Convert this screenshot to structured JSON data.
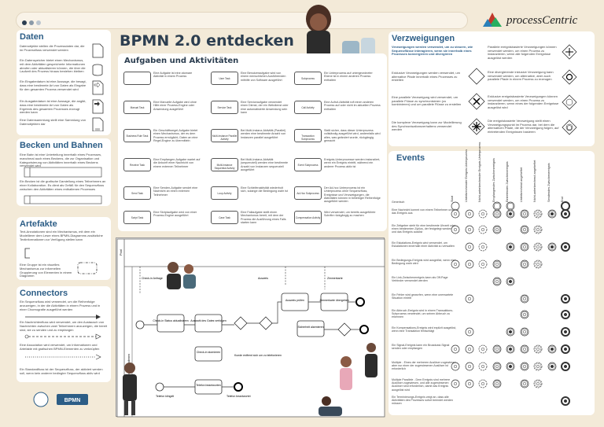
{
  "header": {
    "brand": "processCentric"
  },
  "colors": {
    "navy": "#2c5d86",
    "cream": "#f3ead8",
    "skin": "#6b4a3a"
  },
  "title": "BPMN 2.0 entdecken",
  "subtitle": "Aufgaben und Aktivitäten",
  "daten": {
    "heading": "Daten",
    "items": [
      "Datenobjekte stellen die Prozessdaten dar, die im Prozessfluss verwendet werden",
      "Ein Datenspeicher bietet einen Mechanismus, mit dem Aktivitäten gespeicherte Informationen abrufen oder aktualisieren können, die über die Laufzeit des Prozess hinaus bestehen bleiben",
      "Ein Eingabedatum ist eine Aussage, die besagt, dass eine bestimmte Art von Daten als Eingabe für den gesamten Prozess verwendet wird",
      "Ein Ausgabedatum ist eine Aussage, die angibt, dass eine bestimmte Art von Daten als Ergebnis des gesamten Prozesses erzeugt werden kann",
      "Eine Datensammlung stellt eine Sammlung von Datenobjekten dar"
    ]
  },
  "becken": {
    "heading": "Becken und Bahnen",
    "items": [
      "Eine Bahn ist eine Unterteilung innerhalb eines Prozesses, manchmal auch eines Beckens, die zur Organisation und Kategorisierung von Aktivitäten innerhalb eines Beckens verwendet wird",
      "Ein Becken ist die grafische Darstellung eines Teilnehmers an einer Kollaboration. Es dient als Gefäß für den Sequenzfluss zwischen den Aktivitäten eines enthaltenen Prozesses"
    ]
  },
  "artefakte": {
    "heading": "Artefakte",
    "items": [
      "Text-Annotationen sind ein Mechanismus, mit dem ein Modellierer dem Leser eines BPMN-Diagramms zusätzliche Textinformationen zur Verfügung stellen kann",
      "Eine Gruppe ist ein visuelles Mechanismus zur informellen Gruppierung von Elementen in einem Diagramm"
    ]
  },
  "connectors": {
    "heading": "Connectors",
    "items": [
      "Ein Sequenzfluss wird verwendet, um die Reihenfolge anzuzeigen, in der die Aktivitäten in einem Prozess und in einer Choreografie ausgeführt werden",
      "Ein Nachrichtenfluss wird verwendet, um den Austausch von Nachrichten zwischen zwei Teilnehmern anzuzeigen, die bereit sind, sie zu senden und zu empfangen",
      "Eine Assoziation wird verwendet, um Informationen und Artefakte mit grafischen BPMN-Elementen zu verknüpfen",
      "Ein Standardfluss ist der Sequenzfluss, der aktiviert werden soll, wenn kein anderer bedingter Sequenzfluss aktiv wird"
    ]
  },
  "tasks": [
    {
      "label": "",
      "text": "Eine Aufgabe ist eine atomare Aktivität in einem Prozess"
    },
    {
      "label": "Manual Task",
      "text": "Eine Manuelle Aufgabe wird ohne Hilfe einer Prozess-Engine oder Anwendung ausgeführt"
    },
    {
      "label": "Business Rule Task",
      "text": "Ein Geschäftsregel-Aufgabe bietet einen Mechanismus, der es dem Prozess ermöglicht, Daten an eine Regel-Engine zu übermitteln"
    },
    {
      "label": "Receive Task",
      "text": "Eine Empfangen-Aufgabe wartet auf die Ankunft einer Nachricht von einem externen Teilnehmer"
    },
    {
      "label": "Send Task",
      "text": "Eine Senden-Aufgabe sendet eine Nachricht an einen externen Teilnehmer"
    },
    {
      "label": "Script Task",
      "text": "Eine Skriptaufgabe wird von einer Prozess-Engine ausgeführt"
    },
    {
      "label": "User Task",
      "text": "Eine Benutzeraufgabe wird von einem menschlichen Ausführenden mithilfe von Software ausgeführt"
    },
    {
      "label": "Service Task",
      "text": "Eine Serviceaufgabe verwendet einen Dienst, der ein Webdienst oder eine automatisierte Anwendung sein kann"
    },
    {
      "label": "Multi-Instance Parallel Activity",
      "text": "Bei Multi-Instanz-Aktivität (Parallel) werden eine bestimmte Anzahl von Instanzen parallel ausgeführt"
    },
    {
      "label": "Multi-Instance Sequential Activity",
      "text": "Bei Multi-Instanz-Aktivität (sequenziell) werden eine bestimmte Anzahl von Instanzen sequenziell ausgeführt"
    },
    {
      "label": "Loop Activity",
      "text": "Eine Schleifenaktivität wiederholt sich, solange die Bedingung wahr ist"
    },
    {
      "label": "Case Task",
      "text": "Eine Fallaufgabe stellt einen Mechanismus bereit, mit dem der Prozess die Ausführung eines Falls starten kann"
    },
    {
      "label": "Subprocess",
      "text": "Ein Unterprozess auf untergeordneter Ebene ist in einem anderen Prozess enthalten"
    },
    {
      "label": "Call Activity",
      "text": "Eine Aufruf-Aktivität ruft einen anderen Prozess auf oder nicht im aktuellen Prozess enthalten"
    },
    {
      "label": "Transaction Subprocess",
      "text": "Stellt sicher, dass dieser Unterprozess vollständig ausgeführt wird, andernfalls wird alles, was geändert wurde, rückgängig gemacht"
    },
    {
      "label": "Event Subprocess",
      "text": "Ereignis-Unterprozesse werden instanziiert, wenn ein Ereignis eintritt, während ein anderer Prozess aktiv ist"
    },
    {
      "label": "Ad-Hoc Subprocess",
      "text": "Der Ad-hoc Unterprozess ist ein Unterprozess ohne Sequenzfluss, Ereignisse und Verzweigungen, die Aktivitäten können in beliebiger Reihenfolge ausgeführt werden"
    },
    {
      "label": "Compensation Activity",
      "text": "Wird verwendet, um bereits ausgeführte Schritte rückgängig zu machen"
    }
  ],
  "verzweigungen": {
    "heading": "Verzweigungen",
    "intro": "Verzweigungen werden verwendet, um zu steuern, wie Sequenzflüsse interagieren, wenn sie innerhalb eines Prozesses konvergieren und divergieren",
    "items": [
      "Exklusive Verzweigungen werden verwendet, um alternative Pfade innerhalb eines Prozesses zu erstellen",
      "Eine parallele Verzweigung wird verwendet, um parallele Flüsse zu synchronisieren (zu kombinieren) und um parallele Flüsse zu erstellen",
      "Die komplexe Verzweigung kann zur Modellierung des Synchronisationsverhaltens verwendet werden",
      "Parallele ereignisbasierte Verzweigungen können verwendet werden, um einen Prozess zu instanziieren, wenn alle folgenden Ereignisse ausgelöst werden",
      "Eine divergierende inklusive Verzweigung kann verwendet werden, um alternative, aber auch parallele Pfade in einem Prozess zu erzeugen",
      "Exklusive ereignisbasierte Verzweigungen können verwendet werden, um einen Prozess zu instanziieren, wenn eines der folgenden Ereignisse ausgelöst wird",
      "Die ereignisbasierte Verzweigung stellt einen Verzweigungspunkt im Prozess dar, bei dem die alternativen Pfade, die der Verzweigung folgen, auf eintretenden Ereignissen basieren"
    ]
  },
  "events": {
    "heading": "Events",
    "columns": [
      "Start",
      "Unterbrechender Ereignis-Unterprozess",
      "Nicht-unterbrechender Ereignis-Unterprozess",
      "Empfangendes Zwischenereignis",
      "Eintretendes Zwischenereignis",
      "Unterbrechend angeheftet",
      "Nicht-unterbrechend angeheftet",
      "Sendendes Zwischenereignis",
      "End"
    ],
    "rows": [
      "Generisch",
      "Eine Nachricht kommt von einem Teilnehmer und löst das Ereignis aus",
      "Ein Zeitgeber steht für eine bestimmte Uhrzeit oder einen bestimmten Zyklus, der festgelegt werden kann und das Ereignis auslöst",
      "Ein Eskalations-Ereignis wird verwendet, um Eskalationen innerhalb einer Aktivität zu verwalten",
      "Ein Bedingungs-Ereignis wird ausgelöst, wenn eine Bedingung wahr wird",
      "Ein Link-Zwischenereignis kann als Off-Page Verbinder verwendet werden",
      "Ein Fehler wird geworfen, wenn eine unerwartete Situation eintritt",
      "Ein Abbruch-Ereignis wird in einem Transaktions-Subprozess verwendet, um seinen Abbruch zu erkennen",
      "Ein Kompensations-Ereignis wird explizit ausgelöst, wenn eine Transaktion fehlschlägt",
      "Ein Signal-Ereignis kann ein Broadcast-Signal senden oder empfangen",
      "Multiple - Eines der mehreren Auslöser zugewiesen, aber nur einer der zugewiesenen Auslöser ist erforderlich",
      "Multiple Parallele - Dem Ereignis sind mehrere Auslöser zugewiesen, und alle zugewiesenen Auslöser sind erforderlich, damit das Ereignis ausgelöst wird",
      "Ein Terminierungs-Ereignis zeigt an, dass alle Aktivitäten des Prozesses sofort beendet werden müssen"
    ]
  },
  "diagram": {
    "pool": "Pool",
    "lane": "Check-in Schalter bedienen",
    "labels": [
      "Check-in Anfrage",
      "Check-in Status aktualisieren",
      "Auswahl des Gates verfolgen",
      "Auswahl erhalten",
      "Ausweis prüfen",
      "Gefälschter Ausweis",
      "Sicherheit alarmieren",
      "Zimmerkarte übergeben",
      "Check-in erfolgt",
      "Check-in abgebrochen",
      "Check-in erledigt",
      "Check-in unvollständig",
      "Check-in stornieren",
      "Kunde entfernt sich um zu telefonieren",
      "Telefon klingelt",
      "Telefon beantworten",
      "Telefon beantwortet",
      "Ausweis",
      "Zimmerkarte"
    ]
  }
}
